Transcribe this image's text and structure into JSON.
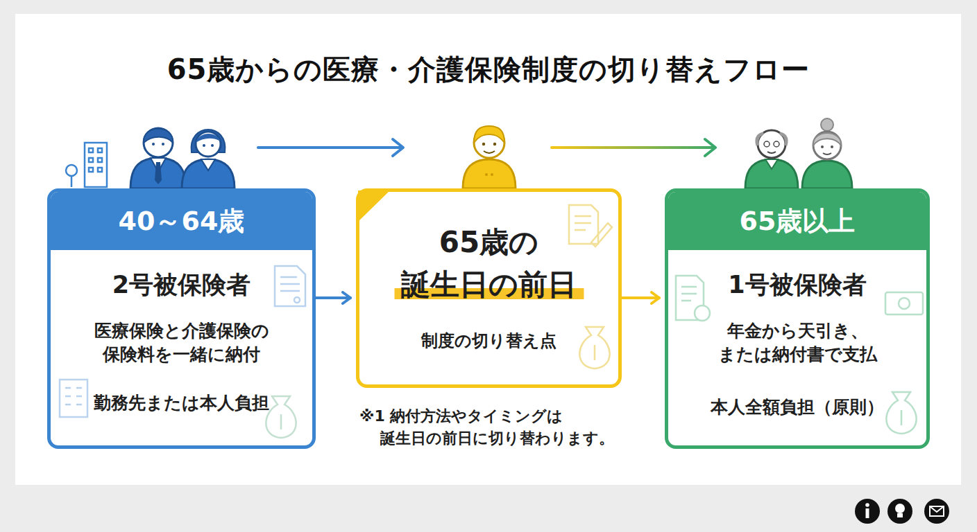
{
  "diagram": {
    "title": "65歳からの医療・介護保険制度の切り替えフロー",
    "nodes": [
      {
        "text": [
          "40～64歳",
          "2号被保険者",
          "医療保険と介護保険の 保険料を一緒に納付",
          "勤務先または本人負担"
        ]
      },
      {
        "text": [
          "65歳の",
          "誕生日の前日",
          "制度の切り替え点"
        ]
      },
      {
        "text": [
          "65歳以上",
          "1号被保険者",
          "年金から天引き、 または納付書で支払",
          "本人全額負担（原則）"
        ]
      }
    ],
    "edges": [
      {
        "from": 0,
        "to": 1,
        "arrow": "to"
      },
      {
        "from": 1,
        "to": 2,
        "arrow": "to"
      }
    ],
    "labels": [
      "※1 納付方法やタイミングは 誕生日の前日に切り替わります。"
    ]
  }
}
